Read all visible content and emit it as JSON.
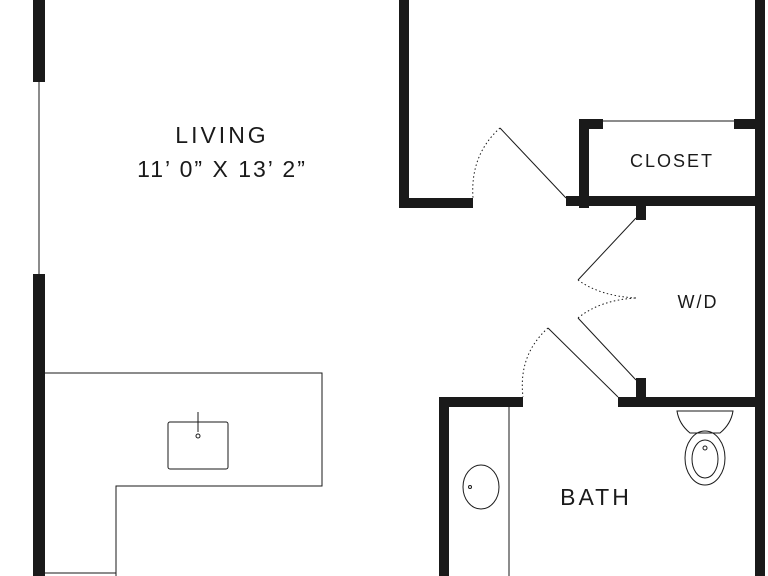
{
  "rooms": {
    "living": {
      "name": "LIVING",
      "dimensions": "11’ 0” X 13’ 2”"
    },
    "closet": {
      "name": "CLOSET"
    },
    "laundry": {
      "name": "W/D"
    },
    "bath": {
      "name": "BATH"
    }
  },
  "colors": {
    "wall": "#1a1a1a",
    "background": "#ffffff"
  }
}
